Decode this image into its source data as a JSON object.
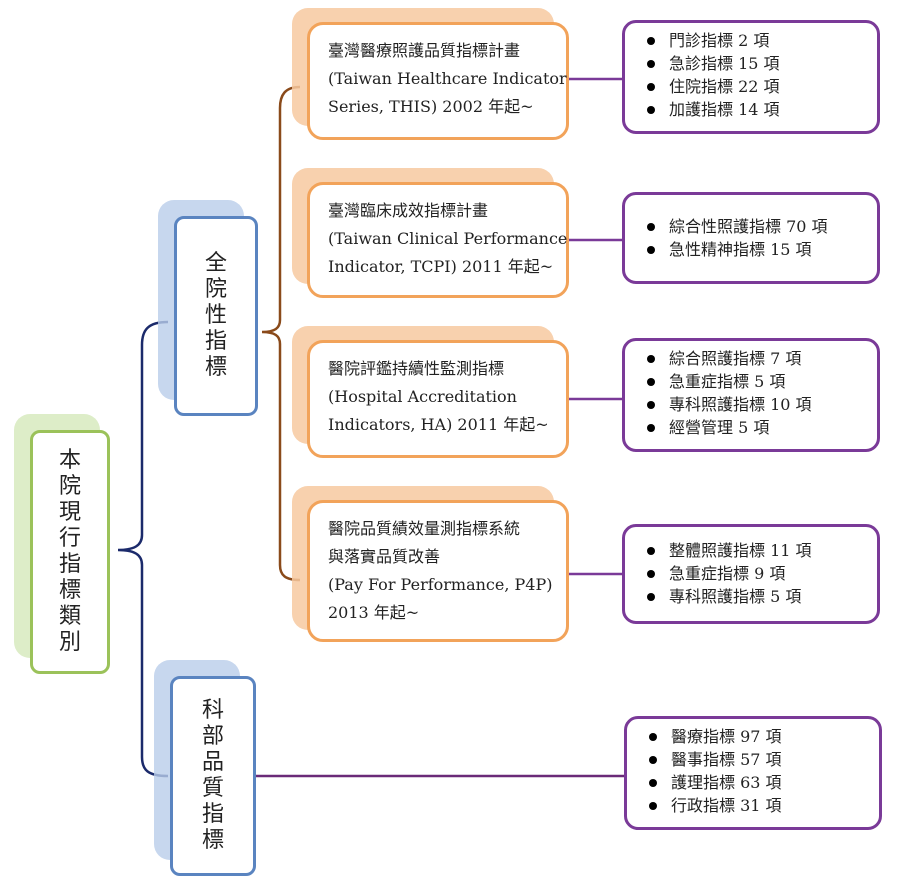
{
  "root": {
    "label": [
      "本",
      "院",
      "現",
      "行",
      "指",
      "標",
      "類",
      "別"
    ]
  },
  "branch_hospital": {
    "label": [
      "全",
      "院",
      "性",
      "指",
      "標"
    ]
  },
  "branch_dept": {
    "label": [
      "科",
      "部",
      "品",
      "質",
      "指",
      "標"
    ]
  },
  "programs": [
    {
      "lines": [
        "臺灣醫療照護品質指標計畫",
        "(Taiwan Healthcare Indicator",
        "Series, THIS) 2002 年起~"
      ],
      "items": [
        "門診指標 2 項",
        "急診指標 15 項",
        "住院指標 22 項",
        "加護指標 14 項"
      ]
    },
    {
      "lines": [
        "臺灣臨床成效指標計畫",
        "(Taiwan Clinical Performance",
        "Indicator, TCPI) 2011 年起~"
      ],
      "items": [
        "綜合性照護指標 70 項",
        "急性精神指標 15 項"
      ]
    },
    {
      "lines": [
        "醫院評鑑持續性監測指標",
        "(Hospital Accreditation",
        "Indicators, HA) 2011 年起~"
      ],
      "items": [
        "綜合照護指標 7 項",
        "急重症指標 5 項",
        "專科照護指標 10 項",
        "經營管理 5 項"
      ]
    },
    {
      "lines": [
        "醫院品質績效量測指標系統",
        "與落實品質改善",
        "(Pay For Performance, P4P)",
        "2013 年起~"
      ],
      "items": [
        "整體照護指標 11 項",
        "急重症指標 9 項",
        "專科照護指標 5 項"
      ]
    }
  ],
  "dept_items": [
    "醫療指標 97 項",
    "醫事指標 57 項",
    "護理指標 63 項",
    "行政指標 31 項"
  ],
  "colors": {
    "green": "#9bc25a",
    "blue": "#5a84c0",
    "orange": "#f2a35a",
    "purple": "#7a3a98",
    "navy": "#1b2a6b",
    "brown": "#8a4a1a"
  }
}
